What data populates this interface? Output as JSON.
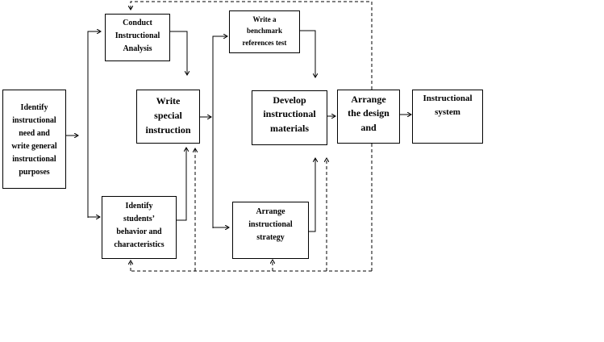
{
  "diagram": {
    "title": "",
    "nodes": [
      {
        "id": "identify-need",
        "label": "Identify instructional need and write general instructional purposes",
        "lines": [
          "Identify",
          "instructional",
          "need and",
          "write general",
          "instructional",
          "purposes"
        ]
      },
      {
        "id": "conduct-analysis",
        "label": "Conduct Instructional Analysis",
        "lines": [
          "Conduct",
          "Instructional",
          "Analysis"
        ]
      },
      {
        "id": "identify-students",
        "label": "Identify students' behavior and characteristics",
        "lines": [
          "Identify",
          "students’",
          "behavior and",
          "characteristics"
        ]
      },
      {
        "id": "write-special",
        "label": "Write special instruction",
        "lines": [
          "Write",
          "special",
          "instruction"
        ]
      },
      {
        "id": "benchmark-test",
        "label": "Write a benchmark references test",
        "lines": [
          "Write a",
          "benchmark",
          "references test"
        ]
      },
      {
        "id": "instructional-strategy",
        "label": "Arrange instructional strategy",
        "lines": [
          "Arrange",
          "instructional",
          "strategy"
        ]
      },
      {
        "id": "develop-materials",
        "label": "Develop instructional materials",
        "lines": [
          "Develop",
          "instructional",
          "materials"
        ]
      },
      {
        "id": "arrange-design",
        "label": "Arrange the design and",
        "lines": [
          "Arrange",
          "the design",
          "and"
        ]
      },
      {
        "id": "instructional-system",
        "label": "Instructional system",
        "lines": [
          "Instructional",
          "system"
        ]
      }
    ],
    "edges": [
      {
        "from": "identify-need",
        "to": [
          "conduct-analysis",
          "identify-students"
        ],
        "style": "solid"
      },
      {
        "from": "conduct-analysis",
        "to": "write-special",
        "style": "solid"
      },
      {
        "from": "identify-students",
        "to": "write-special",
        "style": "solid"
      },
      {
        "from": "write-special",
        "to": [
          "benchmark-test",
          "instructional-strategy"
        ],
        "style": "solid"
      },
      {
        "from": "benchmark-test",
        "to": "develop-materials",
        "style": "solid"
      },
      {
        "from": "instructional-strategy",
        "to": "develop-materials",
        "style": "solid"
      },
      {
        "from": "develop-materials",
        "to": "arrange-design",
        "style": "solid"
      },
      {
        "from": "arrange-design",
        "to": "instructional-system",
        "style": "solid"
      },
      {
        "from": "arrange-design",
        "to": [
          "conduct-analysis",
          "identify-students",
          "write-special",
          "instructional-strategy",
          "develop-materials"
        ],
        "style": "dashed",
        "meaning": "feedback/revision"
      }
    ],
    "colors": {
      "line": "#000000",
      "background": "#ffffff"
    }
  }
}
